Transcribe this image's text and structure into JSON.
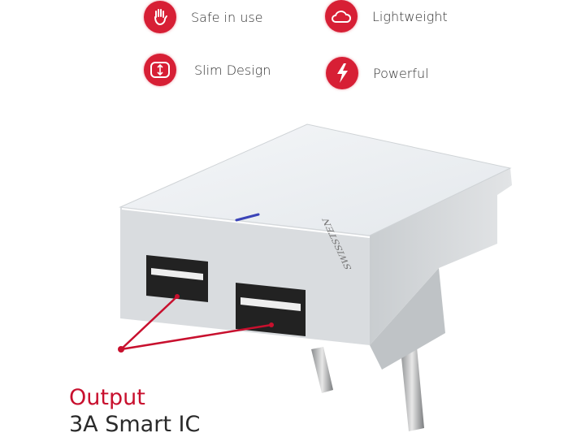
{
  "features": [
    {
      "label": "Safe in use",
      "icon": "hand-icon"
    },
    {
      "label": "Lightweight",
      "icon": "cloud-icon"
    },
    {
      "label": "Slim Design",
      "icon": "slim-arrows-icon"
    },
    {
      "label": "Powerful",
      "icon": "lightning-icon"
    }
  ],
  "product": {
    "brand_logo": "SWISSTEN"
  },
  "caption": {
    "title": "Output",
    "spec": "3A Smart IC"
  },
  "colors": {
    "accent": "#d71f35",
    "caption_red": "#c8102e"
  }
}
